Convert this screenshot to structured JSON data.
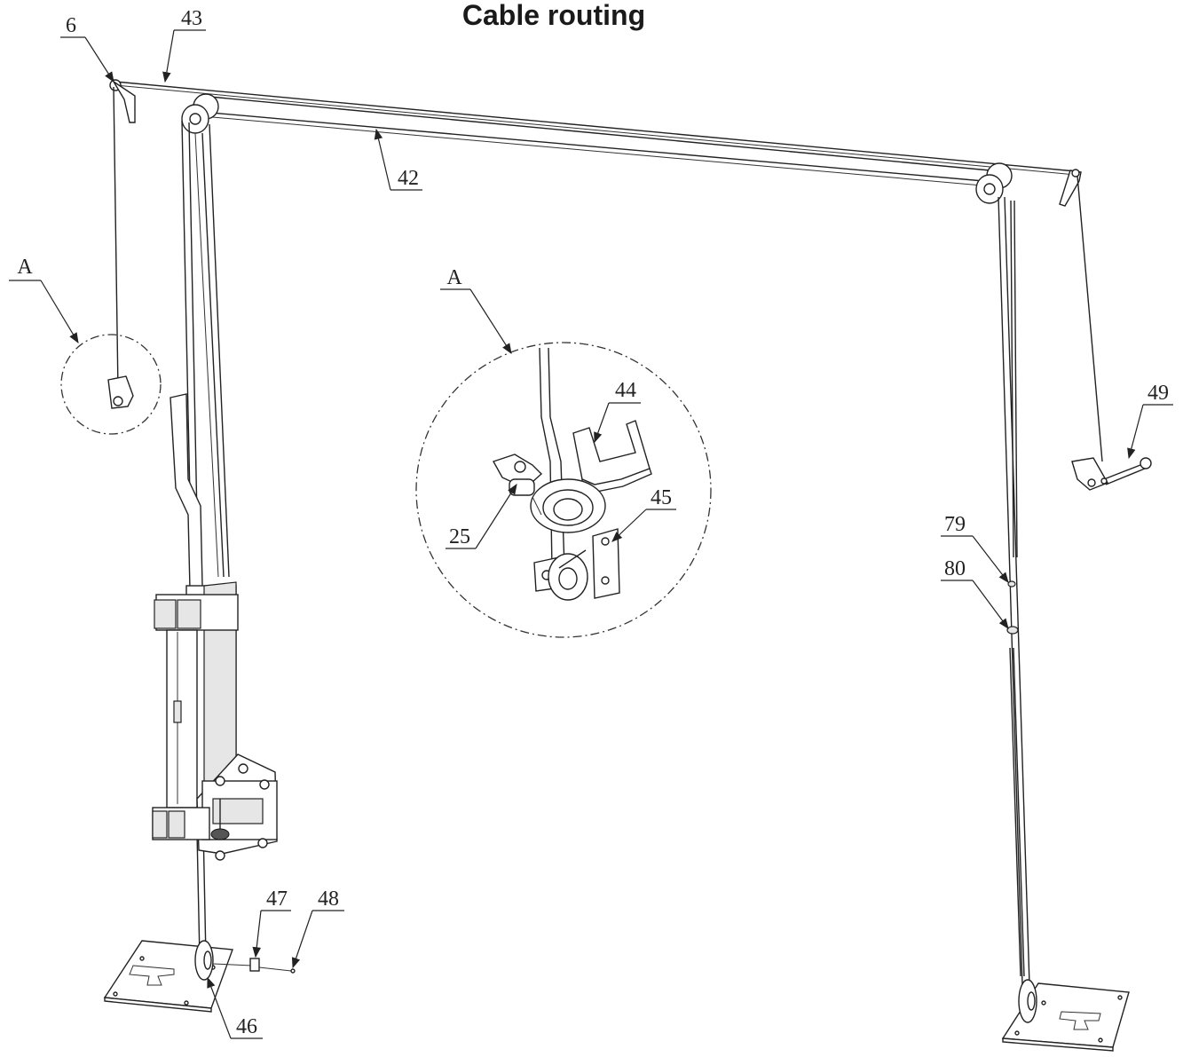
{
  "title": "Cable routing",
  "callouts": {
    "c6": "6",
    "c43": "43",
    "c42": "42",
    "cA_left": "A",
    "cA_detail": "A",
    "c44": "44",
    "c45": "45",
    "c25": "25",
    "c49": "49",
    "c79": "79",
    "c80": "80",
    "c47": "47",
    "c48": "48",
    "c46": "46"
  }
}
